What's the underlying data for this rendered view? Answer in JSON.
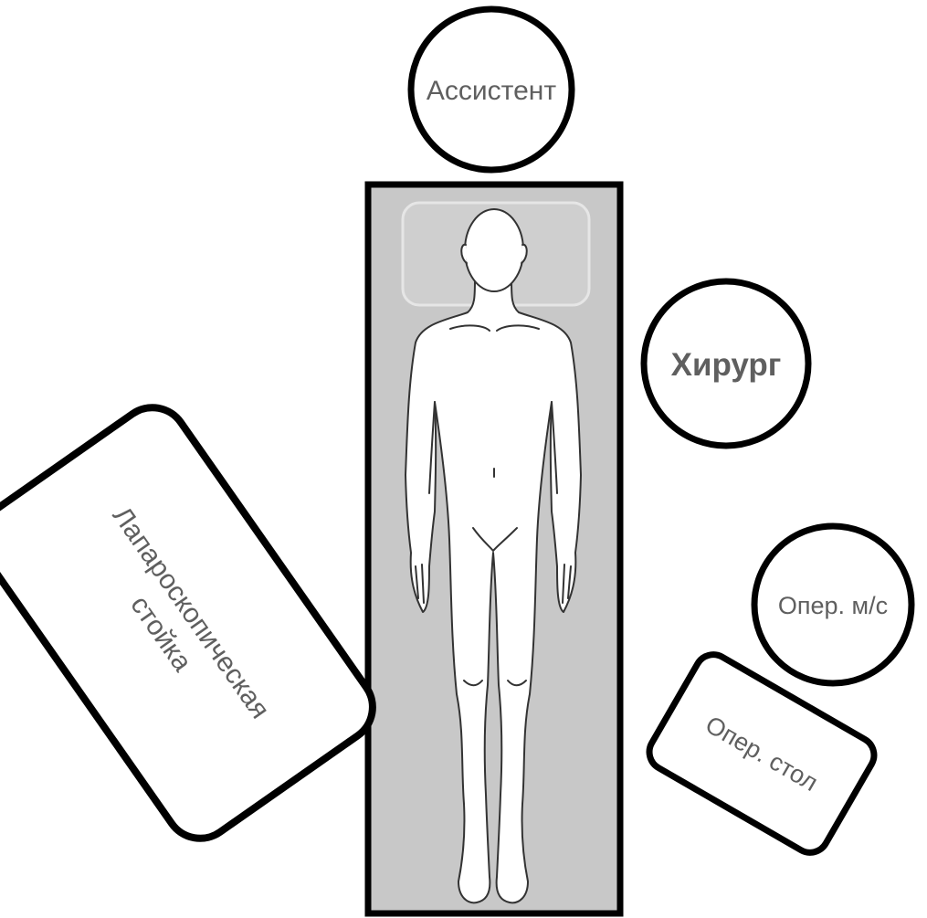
{
  "roles": {
    "assistant": "Ассистент",
    "surgeon": "Хирург",
    "scrub_nurse": "Опер. м/с"
  },
  "equipment": {
    "laparoscopic_tower": {
      "line1": "Лапароскопическая",
      "line2": "стойка"
    },
    "instrument_table": "Опер. стол"
  },
  "colors": {
    "outline": "#000000",
    "table_fill": "#c8c8c8",
    "pillow_stroke": "#e4e4e4",
    "body_stroke": "#333333",
    "text": "#5f5f5f"
  }
}
